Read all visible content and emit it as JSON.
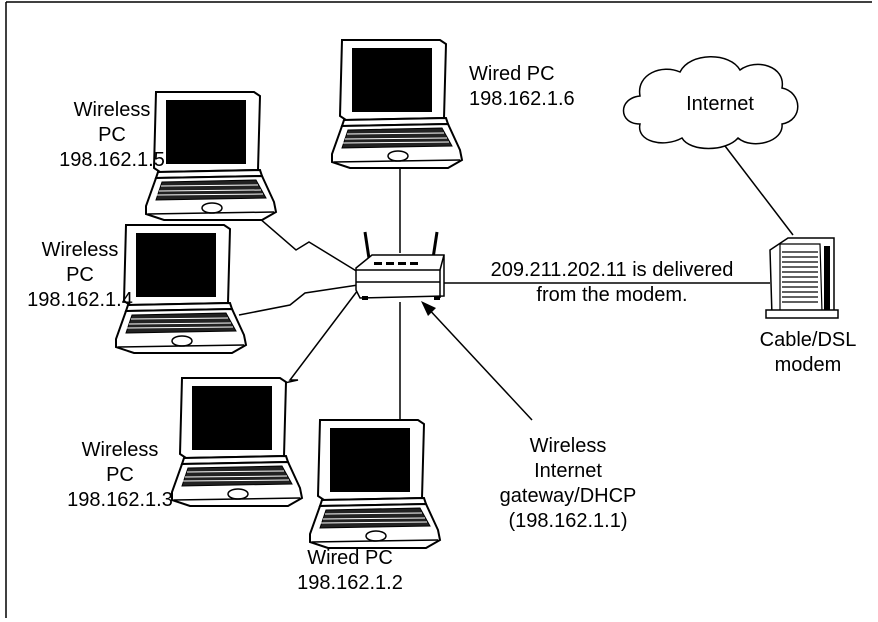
{
  "diagram": {
    "nodes": {
      "internet": {
        "label": "Internet",
        "icon": "cloud-icon"
      },
      "modem": {
        "label_line1": "Cable/DSL",
        "label_line2": "modem",
        "icon": "modem-icon"
      },
      "router": {
        "label_line1": "Wireless",
        "label_line2": "Internet",
        "label_line3": "gateway/DHCP",
        "label_line4": "(198.162.1.1)",
        "icon": "router-icon"
      },
      "pc_top": {
        "label_line1": "Wired PC",
        "label_line2": "198.162.1.6",
        "icon": "laptop-icon"
      },
      "pc_5": {
        "label_line1": "Wireless",
        "label_line2": "PC",
        "label_line3": "198.162.1.5",
        "icon": "laptop-icon"
      },
      "pc_4": {
        "label_line1": "Wireless",
        "label_line2": "PC",
        "label_line3": "198.162.1.4",
        "icon": "laptop-icon"
      },
      "pc_3": {
        "label_line1": "Wireless",
        "label_line2": "PC",
        "label_line3": "198.162.1.3",
        "icon": "laptop-icon"
      },
      "pc_bottom": {
        "label_line1": "Wired PC",
        "label_line2": "198.162.1.2",
        "icon": "laptop-icon"
      }
    },
    "edges": {
      "router_modem_line1": "209.211.202.11 is delivered",
      "router_modem_line2": "from the modem."
    },
    "colors": {
      "stroke": "#000000",
      "screen": "#000000",
      "background": "#ffffff"
    }
  }
}
